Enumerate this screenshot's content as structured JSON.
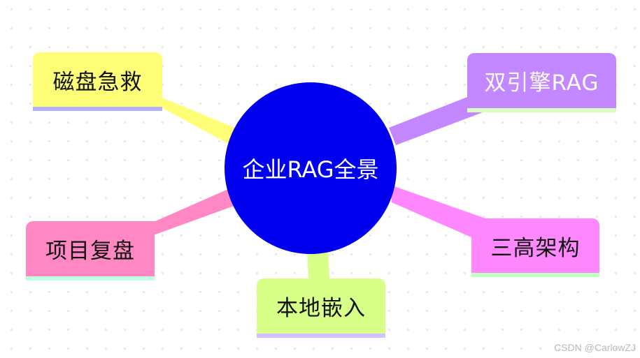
{
  "diagram": {
    "type": "mind-map",
    "center": {
      "label": "企业RAG全景",
      "color": "#0000ee",
      "text_color": "#ffffff"
    },
    "branches": [
      {
        "label": "磁盘急救",
        "position": "top-left",
        "color": "#ffff77",
        "underline_color": "#b0b0ff",
        "text_color": "#111111"
      },
      {
        "label": "双引擎RAG",
        "position": "top-right",
        "color": "#c388ff",
        "underline_color": "#d8ffc0",
        "text_color": "#ffffff"
      },
      {
        "label": "项目复盘",
        "position": "bottom-left",
        "color": "#ff88c4",
        "underline_color": "#c0ffe0",
        "text_color": "#111111"
      },
      {
        "label": "三高架构",
        "position": "right",
        "color": "#ff88ff",
        "underline_color": "#c0ffc0",
        "text_color": "#111111"
      },
      {
        "label": "本地嵌入",
        "position": "bottom",
        "color": "#d8ff88",
        "underline_color": "#d4c0ff",
        "text_color": "#111111"
      }
    ]
  },
  "watermark": "CSDN @CarlowZJ"
}
